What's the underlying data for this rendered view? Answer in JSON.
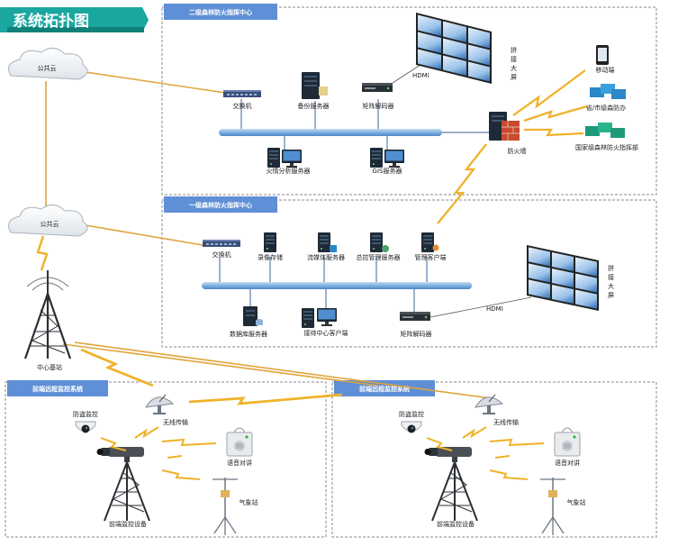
{
  "title": "系统拓扑图",
  "colors": {
    "banner": "#1aa7a0",
    "header": "#5f8fd6",
    "bus": "#8db9e6",
    "lightning": "#f0b22a",
    "firewall": "#c94a2f"
  },
  "cloud_top": "公共云",
  "cloud_mid": "公共云",
  "tower_label": "中心基站",
  "level2": {
    "header": "二级森林防火指挥中心",
    "switch": "交换机",
    "backup": "备份服务器",
    "matrix": "矩阵解码器",
    "fire_analysis": "火情分析服务器",
    "gis": "GIS服务器",
    "hdmi": "HDMI",
    "wall_chars": [
      "拼",
      "接",
      "大",
      "屏"
    ]
  },
  "external": {
    "firewall": "防火墙",
    "mobile": "移动端",
    "province": "省/市级森防办",
    "national": "国家级森林防火指挥部"
  },
  "level1": {
    "header": "一级森林防火指挥中心",
    "switch": "交换机",
    "recording": "录像存储",
    "streaming": "流媒体服务器",
    "mgmt": "总控管理服务器",
    "client": "管理客户端",
    "db": "数据库服务器",
    "access": "接待中心客户端",
    "matrix": "矩阵解码器",
    "hdmi": "HDMI",
    "wall_chars": [
      "拼",
      "接",
      "大",
      "屏"
    ]
  },
  "front_left": {
    "header": "前端远程监控系统",
    "antitheft": "防盗监控",
    "wireless": "无线传输",
    "voice": "语音对讲",
    "weather": "气象站",
    "device": "前端监控设备"
  },
  "front_right": {
    "header": "前端远程监控系统",
    "antitheft": "防盗监控",
    "wireless": "无线传输",
    "voice": "语音对讲",
    "weather": "气象站",
    "device": "前端监控设备"
  }
}
